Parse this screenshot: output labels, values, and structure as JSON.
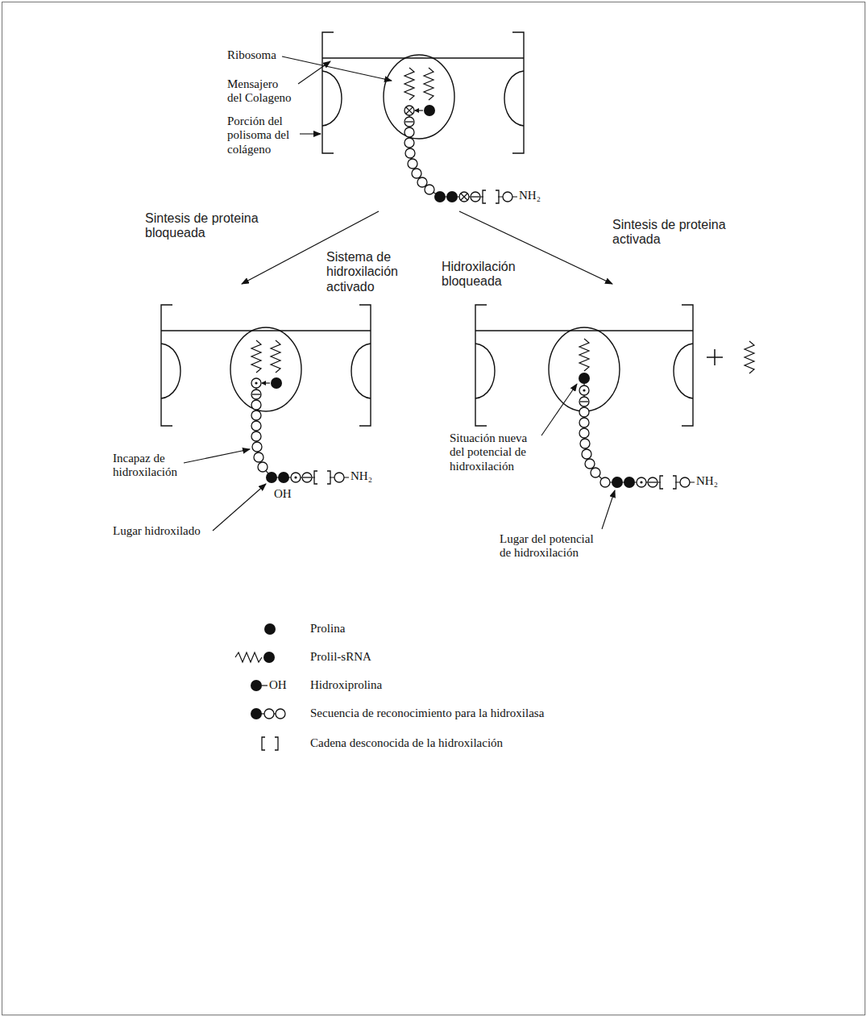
{
  "diagram": {
    "labels": [
      "Ribosoma",
      "Mensajero del Colageno",
      "Porción del polisoma del colágeno",
      "NH₂",
      "Sintesis de proteina bloqueada",
      "Sistema de hidroxilación activado",
      "Hidroxilación bloqueada",
      "Sintesis de proteina activada",
      "Incapaz de hidroxilación",
      "OH",
      "Lugar hidroxilado",
      "NH₂",
      "Situación nueva del potencial de hidroxilación",
      "NH₂",
      "Lugar del potencial de hidroxilación",
      "OH"
    ],
    "legend": [
      {
        "text": "Prolina"
      },
      {
        "text": "Prolil-sRNA"
      },
      {
        "text": "Hidroxiprolina"
      },
      {
        "text": "Secuencia de reconocimiento para la hidroxilasa"
      },
      {
        "text": "Cadena desconocida de la hidroxilación"
      }
    ]
  }
}
